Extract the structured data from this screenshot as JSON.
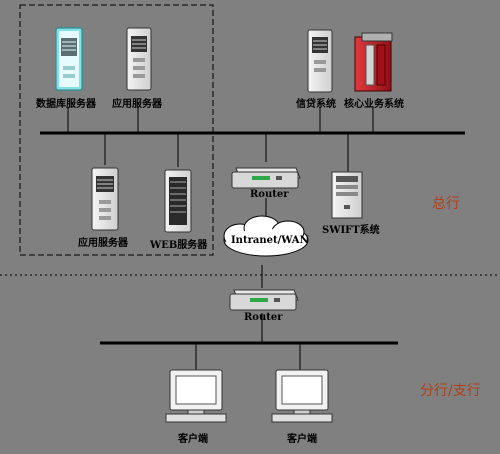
{
  "labels": {
    "db_server": "数据库服务器",
    "app_server_top": "应用服务器",
    "credit_system": "信贷系统",
    "core_system": "核心业务系统",
    "router_top": "Router",
    "swift_system": "SWIFT系统",
    "app_server_bottom": "应用服务器",
    "web_server": "WEB服务器",
    "network_cloud": "Intranet/WAN",
    "router_branch": "Router",
    "client_1": "客户端",
    "client_2": "客户端"
  },
  "zones": {
    "head_office": "总行",
    "branch": "分行/支行"
  },
  "colors": {
    "background": "#808080",
    "zone_text": "#b0401a",
    "db_highlight": "#7fe3e8",
    "core_red": "#c0202a"
  }
}
